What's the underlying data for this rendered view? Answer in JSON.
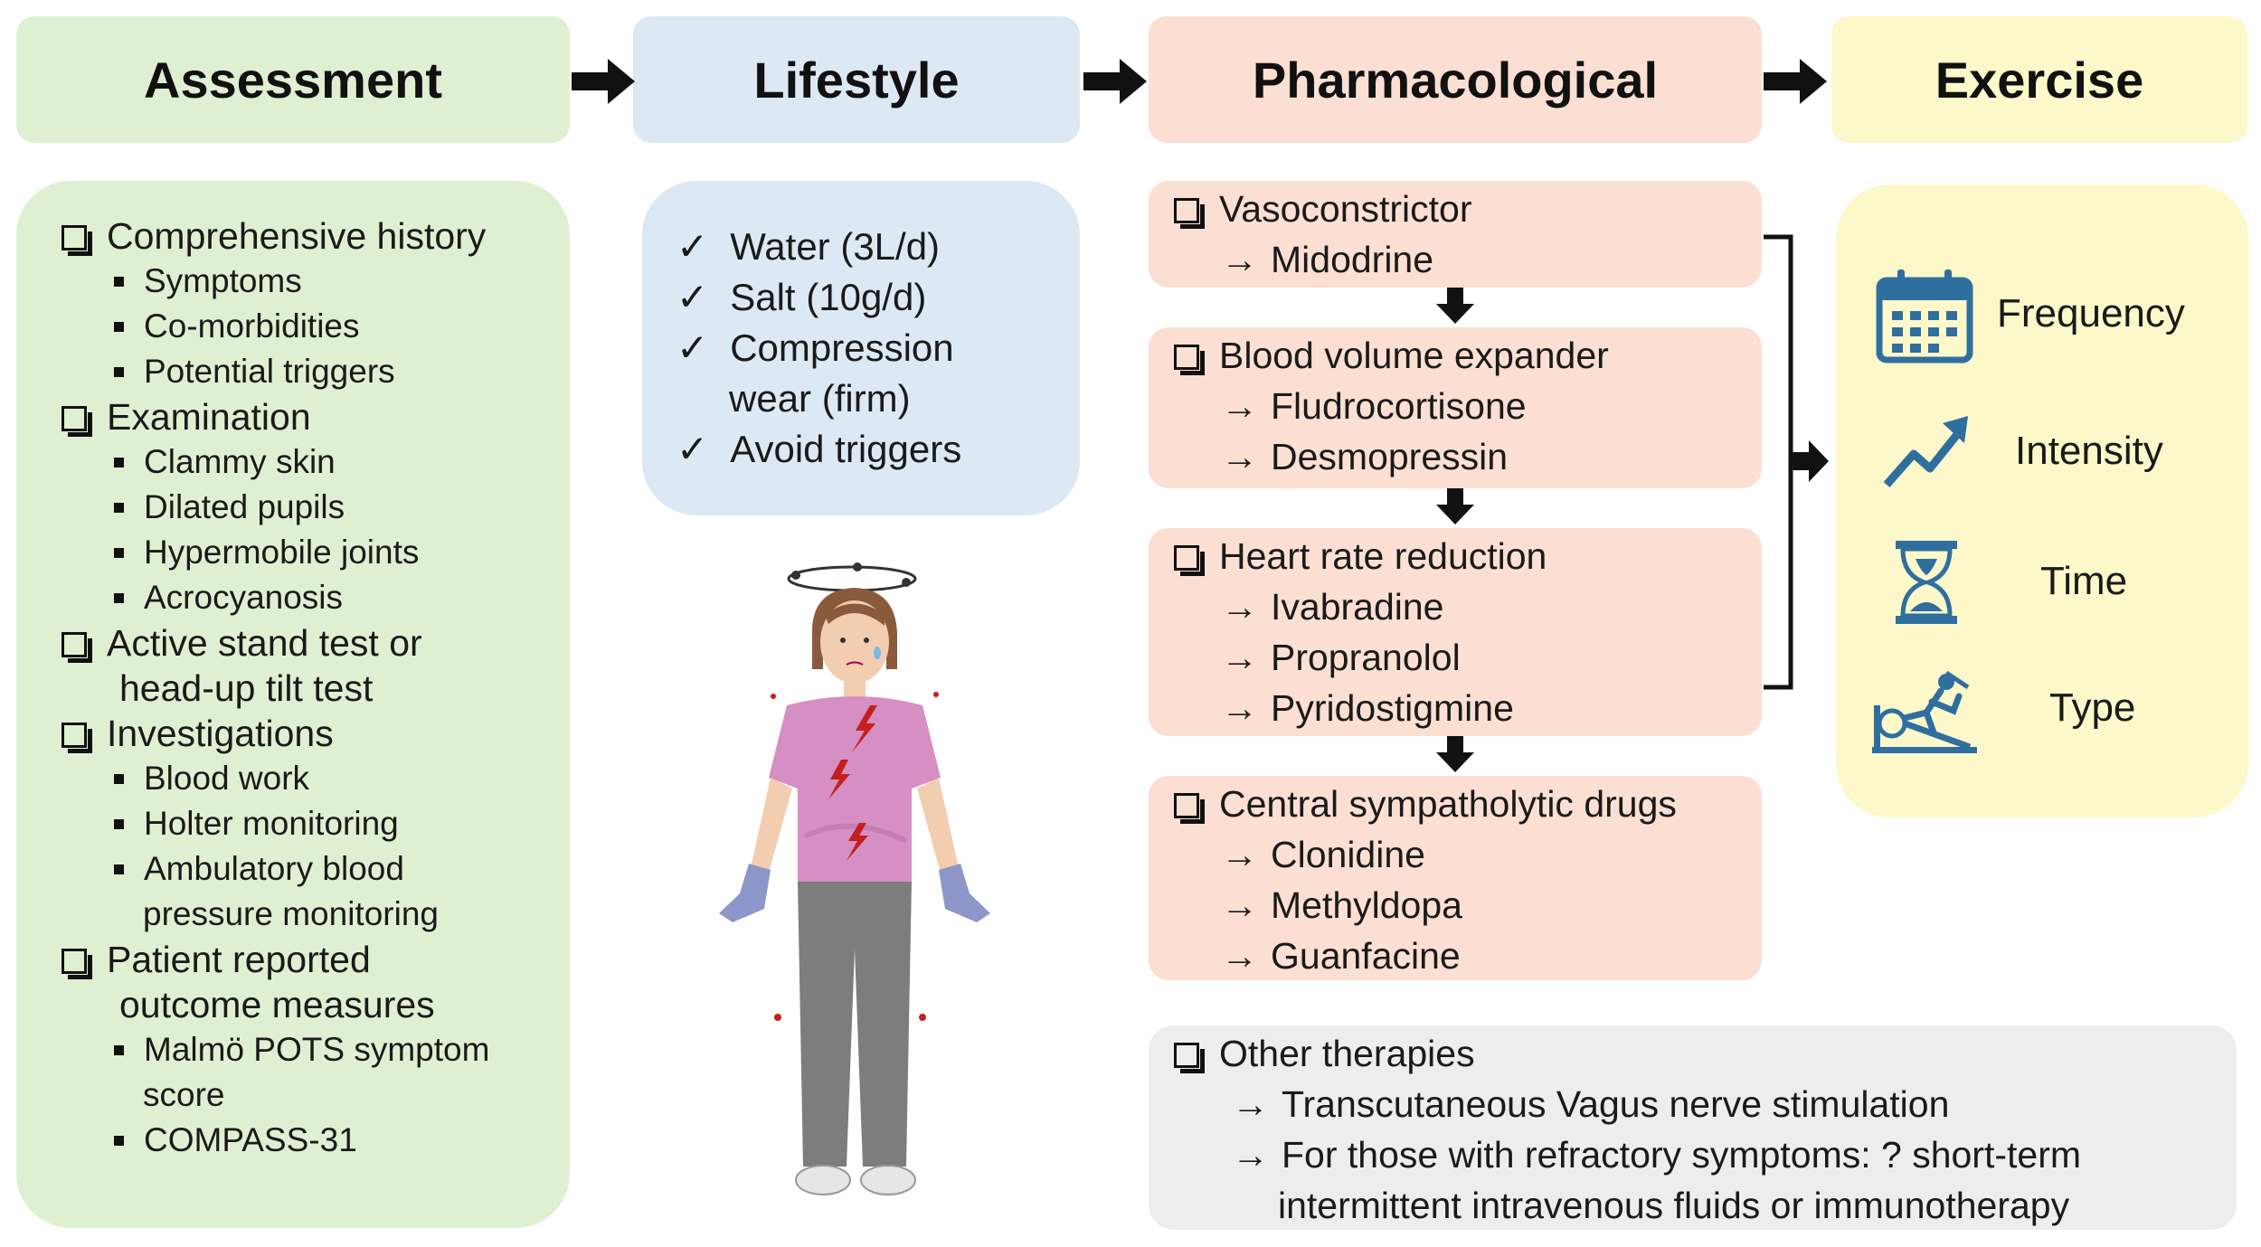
{
  "headers": {
    "assessment": "Assessment",
    "lifestyle": "Lifestyle",
    "pharmacological": "Pharmacological",
    "exercise": "Exercise"
  },
  "assessment": [
    {
      "level": 1,
      "text": "Comprehensive history"
    },
    {
      "level": 2,
      "text": "Symptoms"
    },
    {
      "level": 2,
      "text": "Co-morbidities"
    },
    {
      "level": 2,
      "text": "Potential triggers"
    },
    {
      "level": 1,
      "text": "Examination"
    },
    {
      "level": 2,
      "text": "Clammy skin"
    },
    {
      "level": 2,
      "text": "Dilated pupils"
    },
    {
      "level": 2,
      "text": "Hypermobile joints"
    },
    {
      "level": 2,
      "text": "Acrocyanosis"
    },
    {
      "level": 1,
      "text": "Active stand test or"
    },
    {
      "level": 0,
      "text": "head-up tilt test"
    },
    {
      "level": 1,
      "text": "Investigations"
    },
    {
      "level": 2,
      "text": "Blood work"
    },
    {
      "level": 2,
      "text": "Holter monitoring"
    },
    {
      "level": 2,
      "text": "Ambulatory blood"
    },
    {
      "level": 3,
      "text": "pressure monitoring"
    },
    {
      "level": 1,
      "text": "Patient reported"
    },
    {
      "level": 0,
      "text": "outcome measures"
    },
    {
      "level": 2,
      "text": "Malmö POTS symptom"
    },
    {
      "level": 3,
      "text": "score"
    },
    {
      "level": 2,
      "text": "COMPASS-31"
    }
  ],
  "lifestyle": [
    {
      "check": true,
      "text": "Water (3L/d)"
    },
    {
      "check": true,
      "text": "Salt (10g/d)"
    },
    {
      "check": true,
      "text": "Compression"
    },
    {
      "check": false,
      "text": "wear (firm)"
    },
    {
      "check": true,
      "text": "Avoid triggers"
    }
  ],
  "pharmacological": [
    {
      "title": "Vasoconstrictor",
      "drugs": [
        "Midodrine"
      ]
    },
    {
      "title": "Blood volume expander",
      "drugs": [
        "Fludrocortisone",
        "Desmopressin"
      ]
    },
    {
      "title": "Heart rate reduction",
      "drugs": [
        "Ivabradine",
        "Propranolol",
        "Pyridostigmine"
      ]
    },
    {
      "title": "Central sympatholytic drugs",
      "drugs": [
        "Clonidine",
        "Methyldopa",
        "Guanfacine"
      ]
    }
  ],
  "other": {
    "title": "Other therapies",
    "items": [
      "Transcutaneous Vagus nerve stimulation",
      "For those with refractory symptoms: ? short-term",
      "intermittent intravenous fluids or immunotherapy"
    ]
  },
  "exercise": [
    {
      "icon": "calendar-icon",
      "label": "Frequency"
    },
    {
      "icon": "trend-up-icon",
      "label": "Intensity"
    },
    {
      "icon": "hourglass-icon",
      "label": "Time"
    },
    {
      "icon": "exercise-machine-icon",
      "label": "Type"
    }
  ],
  "colors": {
    "green": "#dff0d2",
    "blue": "#dce9f5",
    "salmon": "#fbdfd2",
    "yellow": "#fdf8c9",
    "grey": "#ededed",
    "icon_blue": "#2f6f9f"
  },
  "arrow_glyph": "→",
  "check_glyph": "✓"
}
